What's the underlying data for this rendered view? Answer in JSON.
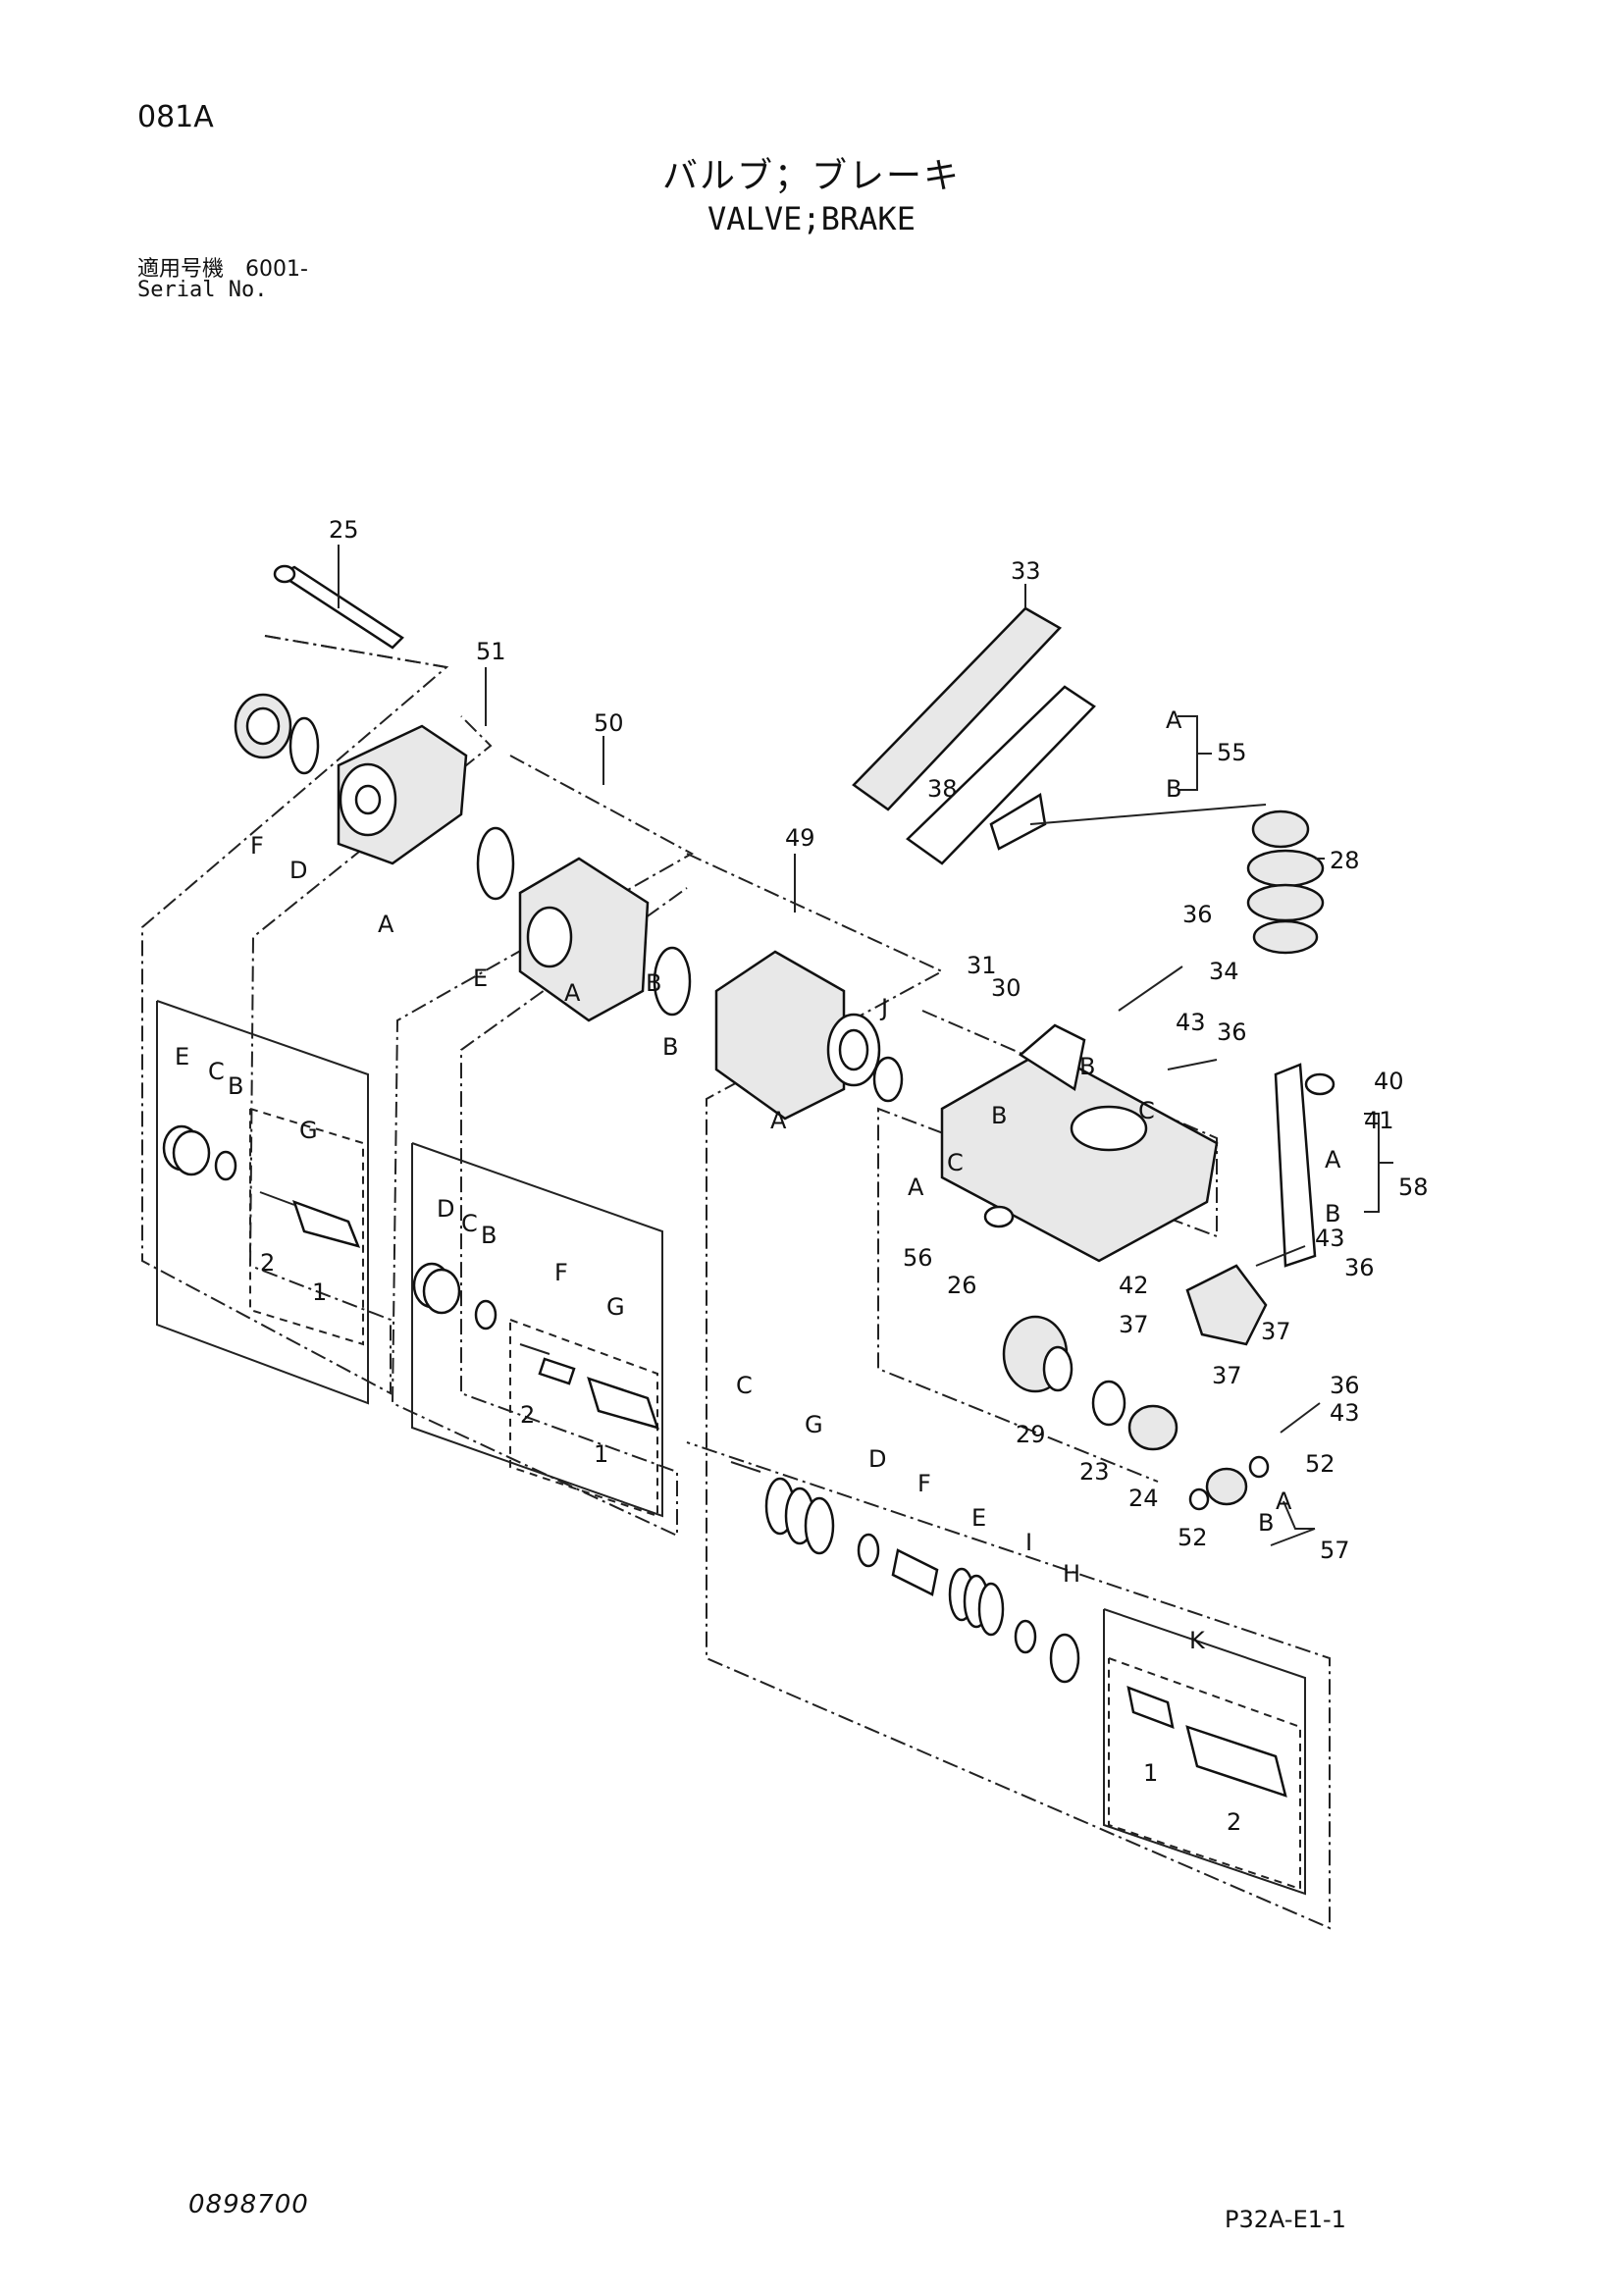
{
  "header": {
    "page_code": "081A",
    "title_jp": "バルブ；ブレーキ",
    "title_en": "VALVE;BRAKE",
    "serial_jp": "適用号機　6001-",
    "serial_en": "Serial No."
  },
  "footer": {
    "doc_number": "0898700",
    "figure_code": "P32A-E1-1"
  },
  "callouts": {
    "n1a": "1",
    "n1b": "1",
    "n1c": "1",
    "n2a": "2",
    "n2b": "2",
    "n2c": "2",
    "n23": "23",
    "n24": "24",
    "n25": "25",
    "n26": "26",
    "n28": "28",
    "n29": "29",
    "n30": "30",
    "n31": "31",
    "n33": "33",
    "n34": "34",
    "n36a": "36",
    "n36b": "36",
    "n36c": "36",
    "n36d": "36",
    "n37a": "37",
    "n37b": "37",
    "n37c": "37",
    "n38": "38",
    "n40": "40",
    "n41": "41",
    "n42": "42",
    "n43a": "43",
    "n43b": "43",
    "n43c": "43",
    "n49": "49",
    "n50": "50",
    "n51": "51",
    "n52a": "52",
    "n52b": "52",
    "n55": "55",
    "n56": "56",
    "n57": "57",
    "n58": "58",
    "la1": "A",
    "la2": "A",
    "la3": "A",
    "la4": "A",
    "la5": "A",
    "la6": "A",
    "la7": "A",
    "lb1": "B",
    "lb2": "B",
    "lb3": "B",
    "lb4": "B",
    "lb5": "B",
    "lb6": "B",
    "lb7": "B",
    "lb8": "B",
    "lb9": "B",
    "lc1": "C",
    "lc2": "C",
    "lc3": "C",
    "lc4": "C",
    "lc5": "C",
    "ld1": "D",
    "ld2": "D",
    "ld3": "D",
    "le1": "E",
    "le2": "E",
    "le3": "E",
    "lf1": "F",
    "lf2": "F",
    "lf3": "F",
    "lg1": "G",
    "lg2": "G",
    "lg3": "G",
    "lh1": "H",
    "li1": "I",
    "lj1": "J",
    "lk1": "K"
  }
}
